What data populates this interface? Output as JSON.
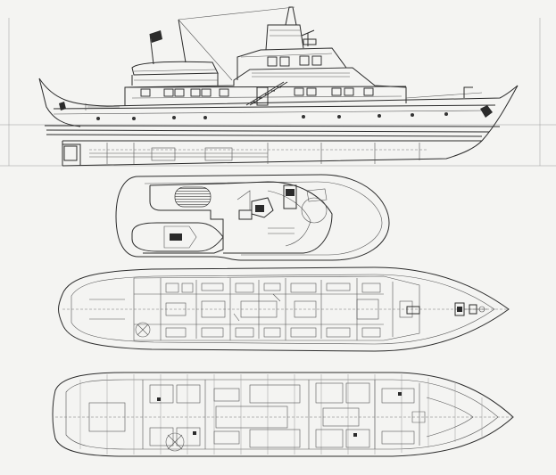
{
  "drawing": {
    "views": [
      "profile",
      "upper-deck-plan",
      "main-deck-plan",
      "lower-deck-plan"
    ],
    "colors": {
      "paper": "#f4f4f2",
      "ink": "#2b2b2b",
      "faint-ink": "#999999"
    }
  }
}
